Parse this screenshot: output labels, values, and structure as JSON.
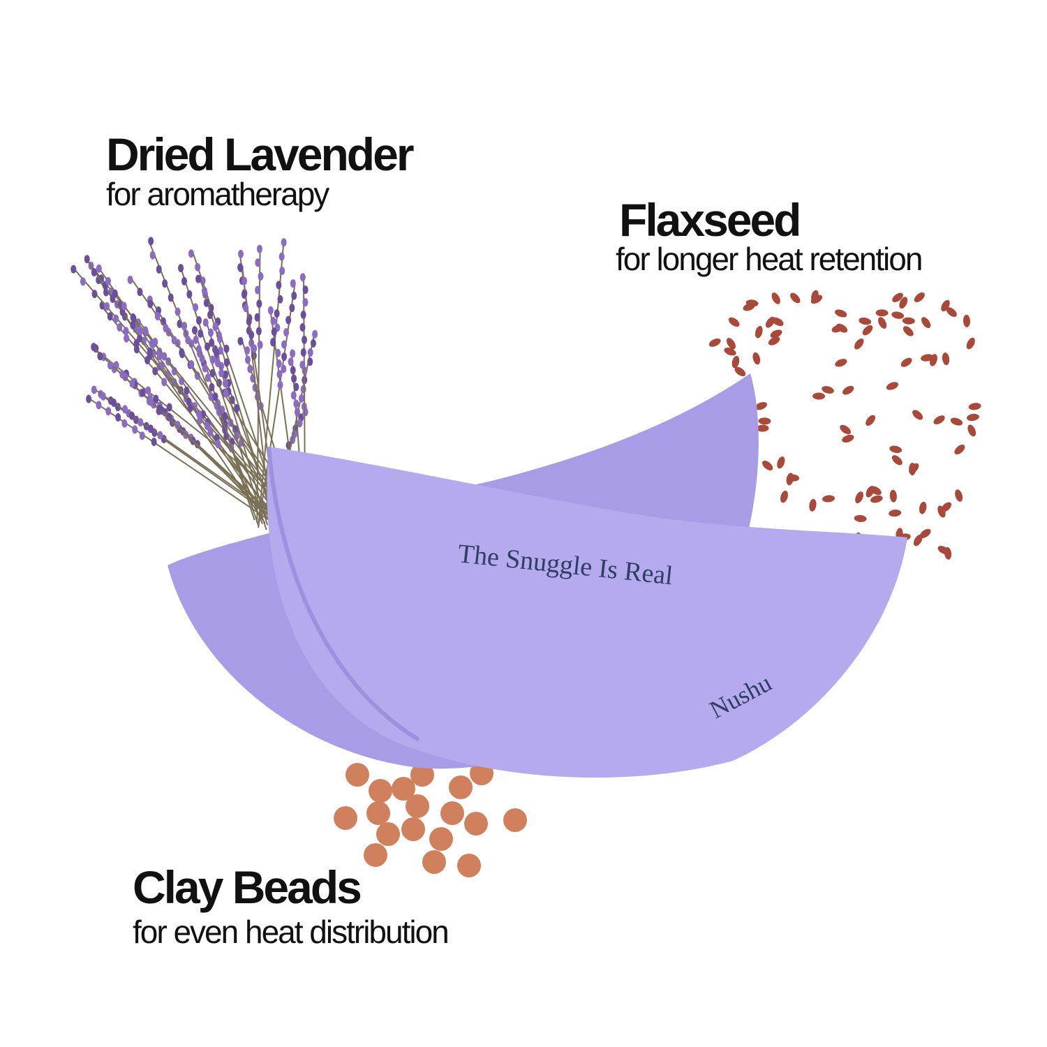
{
  "labels": {
    "lavender": {
      "title": "Dried Lavender",
      "subtitle": "for aromatherapy"
    },
    "flaxseed": {
      "title": "Flaxseed",
      "subtitle": "for longer heat retention"
    },
    "clay": {
      "title": "Clay Beads",
      "subtitle": "for even heat distribution"
    }
  },
  "product": {
    "embroidery": "The Snuggle Is Real",
    "brand": "Nushu"
  },
  "colors": {
    "pillow": "#b3a8ec",
    "pillow_shade": "#9d90df",
    "lavender": "#6b4f9a",
    "stem": "#7a7056",
    "seed": "#a9493a",
    "bead": "#d0805c",
    "thread": "#2f3e63"
  }
}
